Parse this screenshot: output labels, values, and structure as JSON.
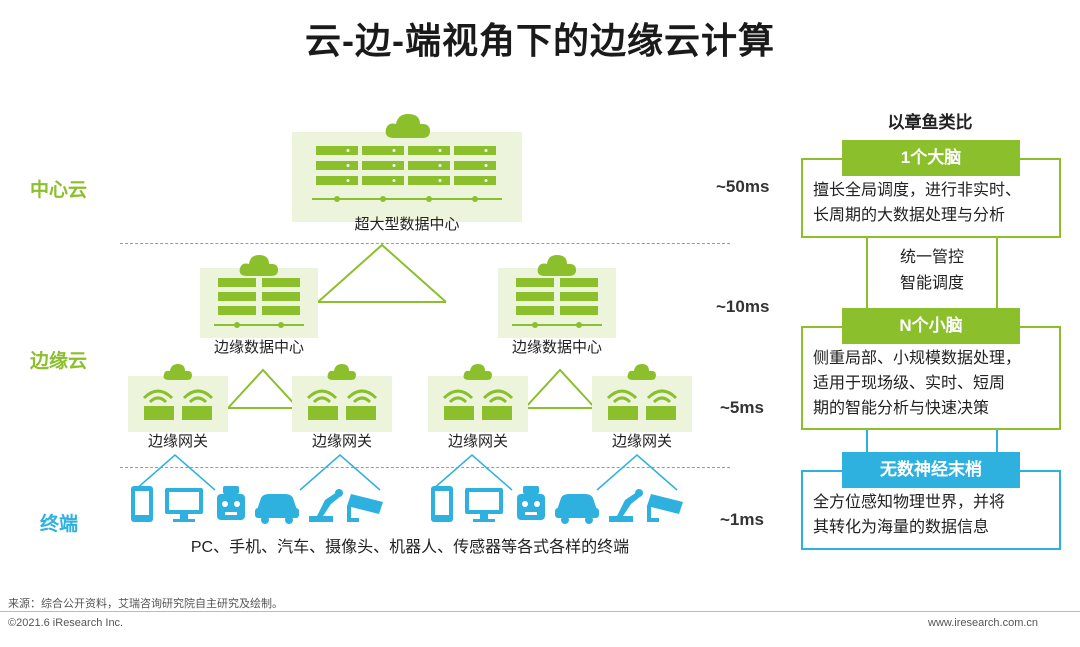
{
  "title": "云-边-端视角下的边缘云计算",
  "tiers": {
    "center": "中心云",
    "edge": "边缘云",
    "terminal": "终端"
  },
  "latencies": [
    "~50ms",
    "~10ms",
    "~5ms",
    "~1ms"
  ],
  "captions": {
    "super_dc": "超大型数据中心",
    "edge_dc": "边缘数据中心",
    "gateway": "边缘网关",
    "terminals": "PC、手机、汽车、摄像头、机器人、传感器等各式各样的终端"
  },
  "analogy": {
    "header": "以章鱼类比",
    "big_brain": {
      "tag": "1个大脑",
      "desc": [
        "擅长全局调度，进行非实时、",
        "长周期的大数据处理与分析"
      ]
    },
    "control": [
      "统一管控",
      "智能调度"
    ],
    "small_brain": {
      "tag": "N个小脑",
      "desc": [
        "侧重局部、小规模数据处理，",
        "适用于现场级、实时、短周",
        "期的智能分析与快速决策"
      ]
    },
    "nerve": {
      "tag": "无数神经末梢",
      "desc": [
        "全方位感知物理世界，并将",
        "其转化为海量的数据信息"
      ]
    }
  },
  "icons": [
    "phone-icon",
    "monitor-icon",
    "robot-icon",
    "car-icon",
    "robot-arm-icon",
    "camera-icon"
  ],
  "footer": {
    "source": "来源：综合公开资料，艾瑞咨询研究院自主研究及绘制。",
    "copyright": "©2021.6 iResearch Inc.",
    "website": "www.iresearch.com.cn"
  },
  "colors": {
    "green": "#8bbf2c",
    "blue": "#2fb1e0",
    "green_light": "#ecf4dc"
  }
}
